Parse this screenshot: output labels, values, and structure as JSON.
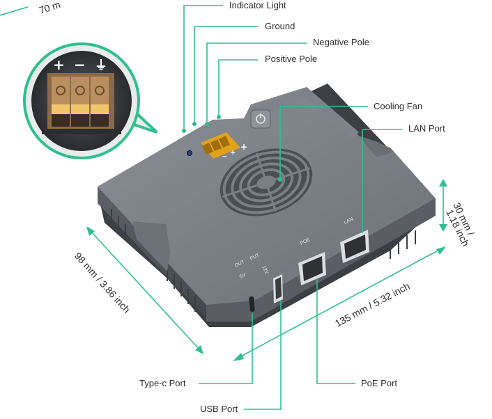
{
  "callouts": {
    "indicator_light": "Indicator Light",
    "ground": "Ground",
    "negative_pole": "Negative Pole",
    "positive_pole": "Positive Pole",
    "cooling_fan": "Cooling Fan",
    "lan_port": "LAN Port",
    "type_c_port": "Type-c Port",
    "usb_port": "USB Port",
    "poe_port": "PoE Port"
  },
  "dimensions": {
    "top_partial": "70 m",
    "height": "30 mm /",
    "height_inch": "1.18 inch",
    "width": "135 mm / 5.32 inch",
    "depth": "98 mm / 3.86 inch"
  },
  "device_text": {
    "poe": "POE",
    "lan": "LAN",
    "out": "OUT",
    "put": "PUT",
    "v5": "5V",
    "v12": "12V",
    "terminal_signs": [
      "+",
      "−",
      "⏚"
    ],
    "terminal_small_signs": [
      "+",
      "−",
      "+"
    ]
  },
  "colors": {
    "accent_green": "#2fbf8f",
    "body_top": "#7b7f86",
    "body_side": "#55595f",
    "terminal_orange": "#e0a21a"
  }
}
